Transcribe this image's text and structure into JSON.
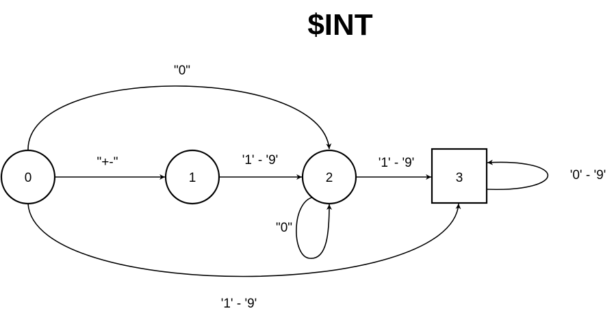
{
  "title": "$INT",
  "states": [
    {
      "id": "0",
      "label": "0",
      "shape": "circle"
    },
    {
      "id": "1",
      "label": "1",
      "shape": "circle"
    },
    {
      "id": "2",
      "label": "2",
      "shape": "circle"
    },
    {
      "id": "3",
      "label": "3",
      "shape": "square",
      "accepting": true
    }
  ],
  "transitions": [
    {
      "from": "0",
      "to": "1",
      "label": "\"+-\""
    },
    {
      "from": "0",
      "to": "2",
      "label": "\"0\""
    },
    {
      "from": "0",
      "to": "3",
      "label": "'1' - '9'"
    },
    {
      "from": "1",
      "to": "2",
      "label": "'1' - '9'"
    },
    {
      "from": "2",
      "to": "2",
      "label": "\"0\""
    },
    {
      "from": "2",
      "to": "3",
      "label": "'1' - '9'"
    },
    {
      "from": "3",
      "to": "3",
      "label": "'0' - '9'"
    }
  ]
}
